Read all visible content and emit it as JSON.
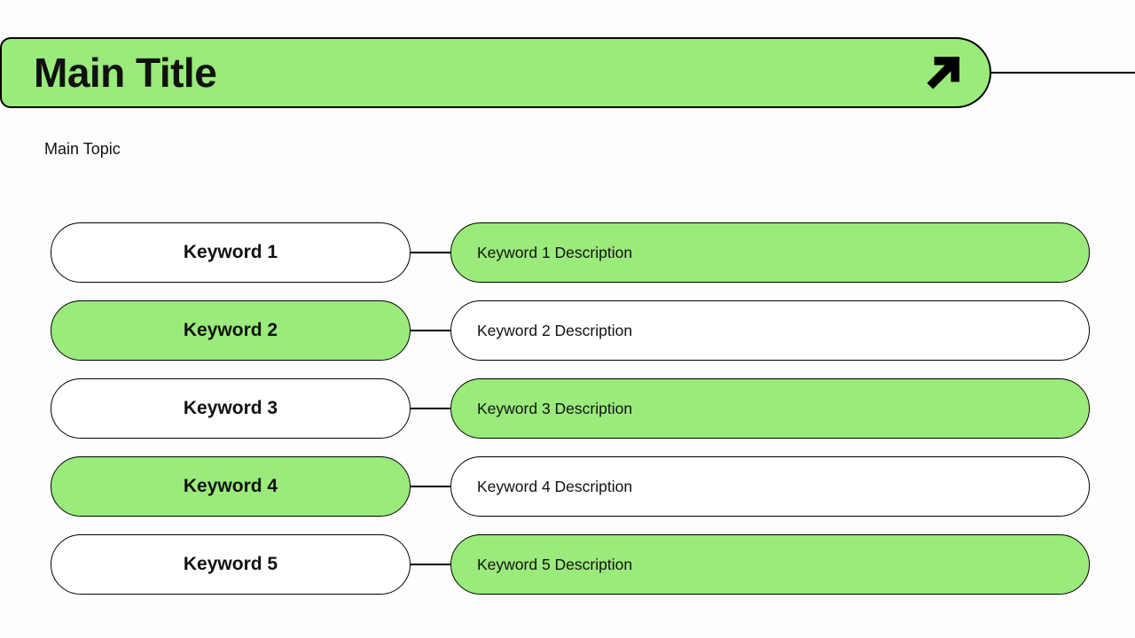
{
  "header": {
    "title": "Main Title",
    "arrow_icon": "arrow-up-right"
  },
  "subtitle": "Main Topic",
  "rows": [
    {
      "keyword": "Keyword 1",
      "description": "Keyword 1 Description",
      "keyword_highlighted": false,
      "description_highlighted": true
    },
    {
      "keyword": "Keyword 2",
      "description": "Keyword 2 Description",
      "keyword_highlighted": true,
      "description_highlighted": false
    },
    {
      "keyword": "Keyword 3",
      "description": "Keyword 3 Description",
      "keyword_highlighted": false,
      "description_highlighted": true
    },
    {
      "keyword": "Keyword 4",
      "description": "Keyword 4 Description",
      "keyword_highlighted": true,
      "description_highlighted": false
    },
    {
      "keyword": "Keyword 5",
      "description": "Keyword 5 Description",
      "keyword_highlighted": false,
      "description_highlighted": true
    }
  ],
  "colors": {
    "accent_green": "#9AEB7B",
    "line_black": "#000000",
    "text_black": "#111111",
    "background": "#FDFDFD"
  }
}
